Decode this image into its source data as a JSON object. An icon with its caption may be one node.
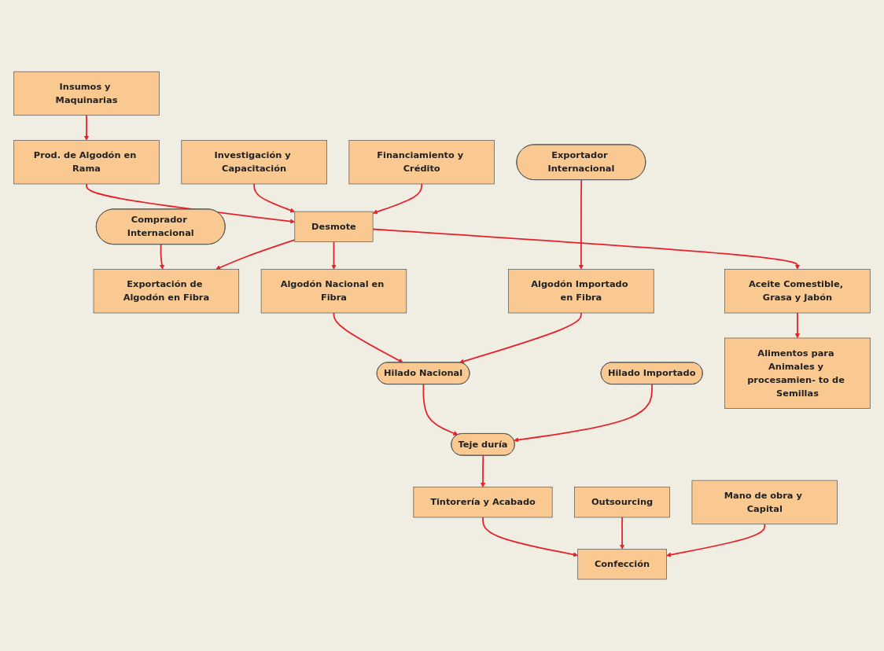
{
  "diagram": {
    "nodes": [
      {
        "text": [
          "Insumos y Maquinarias"
        ]
      },
      {
        "text": [
          "Prod. de Algodón en Rama"
        ]
      },
      {
        "text": [
          "Comprador Internacional"
        ]
      },
      {
        "text": [
          "Investigación y Capacitación"
        ]
      },
      {
        "text": [
          "Desmote"
        ]
      },
      {
        "text": [
          "Exportación de Algodón en Fibra"
        ]
      },
      {
        "text": [
          "Outsourcing"
        ]
      },
      {
        "text": [
          "Financiamiento y Crédito"
        ]
      },
      {
        "text": [
          "Algodón Nacional en Fibra"
        ]
      },
      {
        "text": [
          "Hilado Nacional"
        ]
      },
      {
        "text": [
          "Aceite Comestible, Grasa y Jabón"
        ]
      },
      {
        "text": [
          "Algodón Importado en Fibra"
        ]
      },
      {
        "text": [
          "Teje duría"
        ]
      },
      {
        "text": [
          "Tintorería y Acabado"
        ]
      },
      {
        "text": [
          "Confección"
        ]
      },
      {
        "text": [
          "Hilado Importado"
        ]
      },
      {
        "text": [
          "Alimentos para Animales y procesamien- to de Semillas"
        ]
      },
      {
        "text": [
          "Exportador Internacional"
        ]
      },
      {
        "text": [
          "Mano de obra y Capital"
        ]
      }
    ],
    "edges": [
      {
        "from": 0,
        "to": 1,
        "arrow": "to"
      },
      {
        "from": 1,
        "to": 4,
        "arrow": "to"
      },
      {
        "from": 2,
        "to": 5,
        "arrow": "to"
      },
      {
        "from": 3,
        "to": 4,
        "arrow": "to"
      },
      {
        "from": 7,
        "to": 4,
        "arrow": "to"
      },
      {
        "from": 4,
        "to": 5,
        "arrow": "to"
      },
      {
        "from": 4,
        "to": 8,
        "arrow": "to"
      },
      {
        "from": 4,
        "to": 10,
        "arrow": "to"
      },
      {
        "from": 8,
        "to": 9,
        "arrow": "to"
      },
      {
        "from": 11,
        "to": 9,
        "arrow": "to"
      },
      {
        "from": 9,
        "to": 12,
        "arrow": "to"
      },
      {
        "from": 15,
        "to": 12,
        "arrow": "to"
      },
      {
        "from": 12,
        "to": 13,
        "arrow": "to"
      },
      {
        "from": 13,
        "to": 14,
        "arrow": "to"
      },
      {
        "from": 6,
        "to": 14,
        "arrow": "to"
      },
      {
        "from": 18,
        "to": 14,
        "arrow": "to"
      },
      {
        "from": 10,
        "to": 16,
        "arrow": "to"
      },
      {
        "from": 17,
        "to": 11,
        "arrow": "to"
      }
    ]
  }
}
